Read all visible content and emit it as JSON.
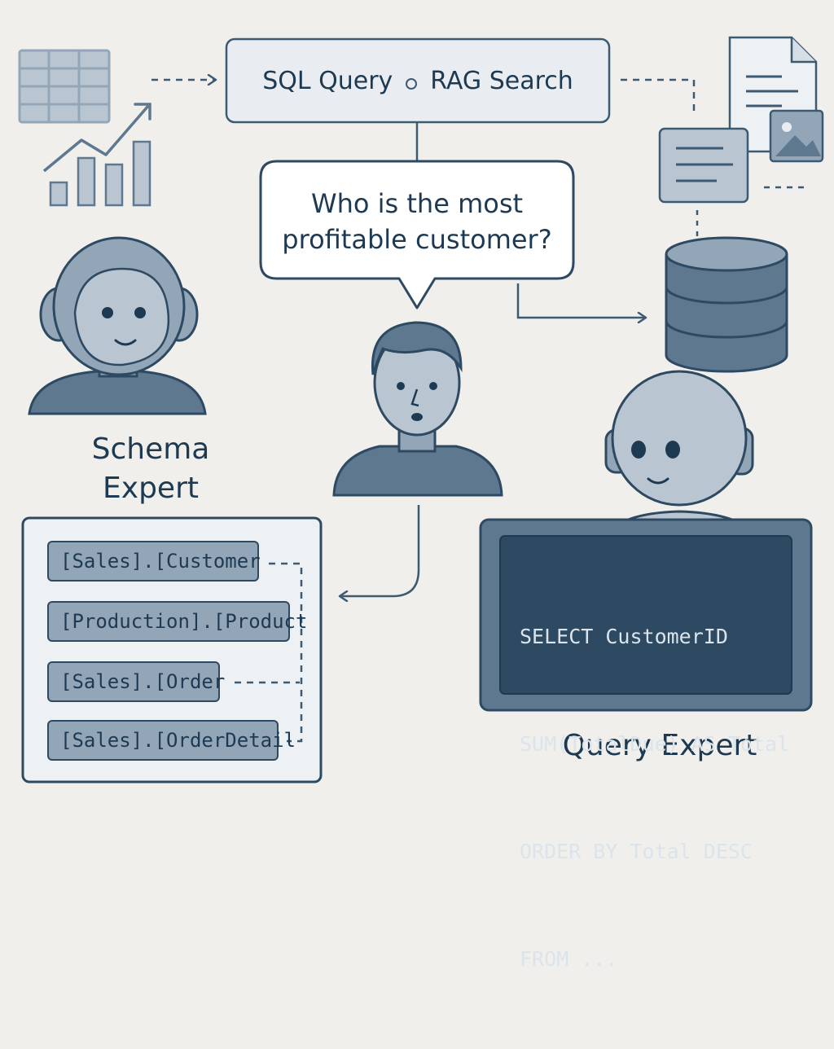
{
  "top_box": {
    "left_label": "SQL Query",
    "right_label": "RAG Search"
  },
  "question": "Who is the most profitable customer?",
  "schema_expert": {
    "label": "Schema Expert",
    "tables": [
      "[Sales].[Customer",
      "[Production].[Product",
      "[Sales].[Order",
      "[Sales].[OrderDetail"
    ]
  },
  "query_expert": {
    "label": "Query Expert",
    "code_lines": [
      "SELECT CustomerID",
      "SUM(TotalDue) AS Total",
      "ORDER BY Total DESC",
      "FROM ..."
    ]
  },
  "colors": {
    "background": "#f0efeb",
    "ink": "#1e3a52",
    "fill_mid": "#93a6b7",
    "fill_light": "#b9c6d2",
    "code_bg": "#2e4a62"
  },
  "icons": [
    "table-icon",
    "bar-chart-icon",
    "document-icon",
    "image-icon",
    "database-icon",
    "robot-icon",
    "person-icon"
  ]
}
